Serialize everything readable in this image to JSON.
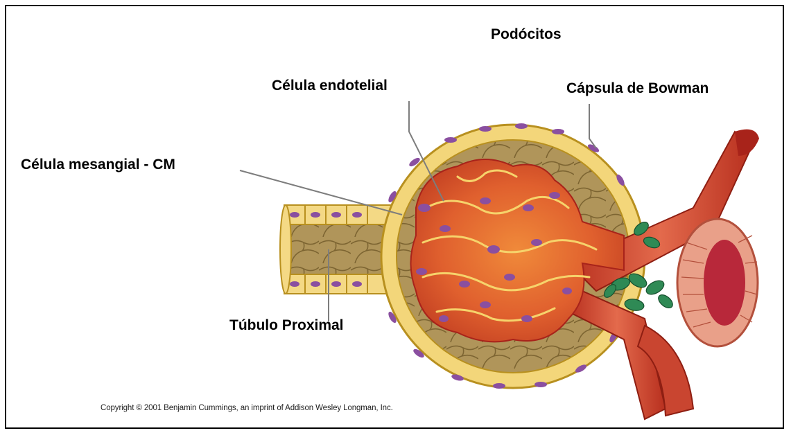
{
  "labels": {
    "podocitos": "Podócitos",
    "endotelial": "Célula endotelial",
    "bowman": "Cápsula de Bowman",
    "mesangial": "Célula mesangial - CM",
    "tubulo": "Túbulo Proximal"
  },
  "copyright": "Copyright © 2001 Benjamin Cummings, an imprint of Addison Wesley Longman, Inc.",
  "colors": {
    "capsule_yellow": "#f3d67a",
    "capsule_outline": "#b8901f",
    "nucleus": "#8a4fa0",
    "space_brown": "#a98d4e",
    "vessel_red": "#d8503a",
    "vessel_dark": "#a8231a",
    "juxta_green": "#2f8a55"
  }
}
